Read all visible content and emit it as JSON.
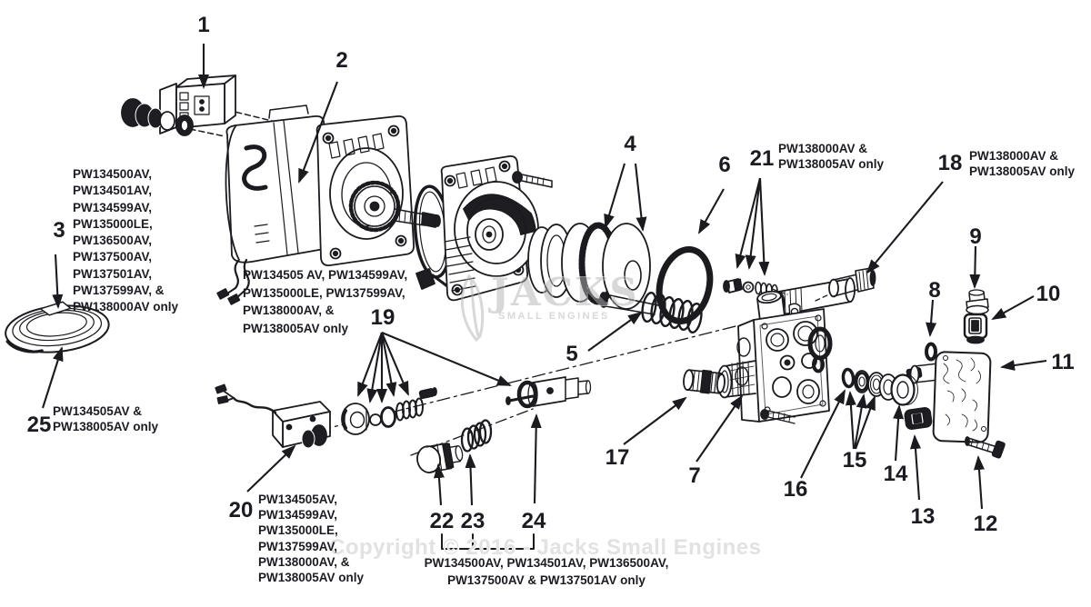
{
  "figure": {
    "background": "#ffffff",
    "ink": "#1a1a1f"
  },
  "watermark": {
    "logo_main": "JACKS",
    "logo_sub": "SMALL ENGINES",
    "copyright": "Copyright © 2016 - Jacks Small Engines"
  },
  "callouts": {
    "c1": "1",
    "c2": "2",
    "c3": "3",
    "c4": "4",
    "c5": "5",
    "c6": "6",
    "c7": "7",
    "c8": "8",
    "c9": "9",
    "c10": "10",
    "c11": "11",
    "c12": "12",
    "c13": "13",
    "c14": "14",
    "c15": "15",
    "c16": "16",
    "c17": "17",
    "c18": "18",
    "c19": "19",
    "c20": "20",
    "c21": "21",
    "c22": "22",
    "c23": "23",
    "c24": "24",
    "c25": "25"
  },
  "notes": {
    "group_3": "PW134500AV,\nPW134501AV,\nPW134599AV,\nPW135000LE,\nPW136500AV,\nPW137500AV,\nPW137501AV,\nPW137599AV, &\nPW138000AV only",
    "group_25": "PW134505AV &\nPW138005AV only",
    "group_motor": "PW134505 AV, PW134599AV,\nPW135000LE, PW137599AV,\nPW138000AV, &\nPW138005AV only",
    "group_21": "PW138000AV &\nPW138005AV only",
    "group_18": "PW138000AV &\nPW138005AV only",
    "group_20": "PW134505AV,\nPW134599AV,\nPW135000LE,\nPW137599AV,\nPW138000AV, &\nPW138005AV only",
    "group_22_24": "PW134500AV, PW134501AV, PW136500AV,\nPW137500AV & PW137501AV only"
  }
}
